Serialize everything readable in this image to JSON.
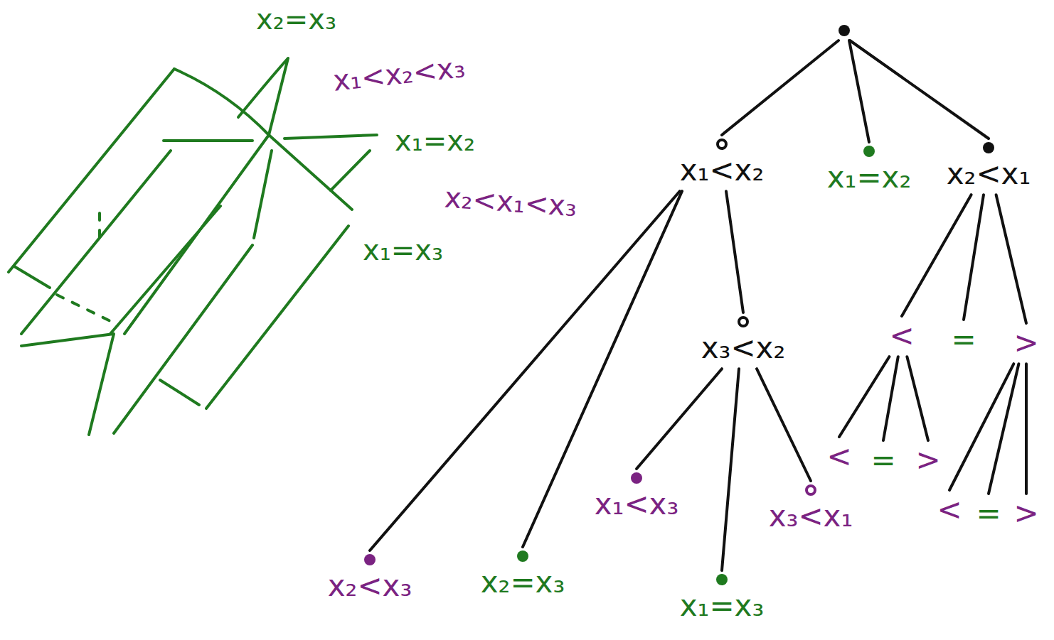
{
  "diagram": {
    "nodes": [
      {
        "text": []
      },
      {
        "text": [
          "x₁<x₂"
        ]
      },
      {
        "text": [
          "x₁=x₂"
        ]
      },
      {
        "text": [
          "x₂<x₁"
        ]
      },
      {
        "text": [
          "x₂<x₃"
        ]
      },
      {
        "text": [
          "x₂=x₃"
        ]
      },
      {
        "text": [
          "x₃<x₂"
        ]
      },
      {
        "text": [
          "x₁<x₃"
        ]
      },
      {
        "text": [
          "x₁=x₃"
        ]
      },
      {
        "text": [
          "x₃<x₁"
        ]
      },
      {
        "text": [
          "<"
        ]
      },
      {
        "text": [
          "="
        ]
      },
      {
        "text": [
          ">"
        ]
      },
      {
        "text": [
          "<"
        ]
      },
      {
        "text": [
          "="
        ]
      },
      {
        "text": [
          ">"
        ]
      },
      {
        "text": [
          "<"
        ]
      },
      {
        "text": [
          "="
        ]
      },
      {
        "text": [
          ">"
        ]
      }
    ],
    "edges": [
      {
        "from": 0,
        "to": 1,
        "arrow": "none"
      },
      {
        "from": 0,
        "to": 2,
        "arrow": "none"
      },
      {
        "from": 0,
        "to": 3,
        "arrow": "none"
      },
      {
        "from": 1,
        "to": 4,
        "arrow": "none"
      },
      {
        "from": 1,
        "to": 5,
        "arrow": "none"
      },
      {
        "from": 1,
        "to": 6,
        "arrow": "none"
      },
      {
        "from": 6,
        "to": 7,
        "arrow": "none"
      },
      {
        "from": 6,
        "to": 8,
        "arrow": "none"
      },
      {
        "from": 6,
        "to": 9,
        "arrow": "none"
      },
      {
        "from": 3,
        "to": 10,
        "arrow": "none"
      },
      {
        "from": 3,
        "to": 11,
        "arrow": "none"
      },
      {
        "from": 3,
        "to": 12,
        "arrow": "none"
      },
      {
        "from": 10,
        "to": 13,
        "arrow": "none"
      },
      {
        "from": 10,
        "to": 14,
        "arrow": "none"
      },
      {
        "from": 10,
        "to": 15,
        "arrow": "none"
      },
      {
        "from": 12,
        "to": 16,
        "arrow": "none"
      },
      {
        "from": 12,
        "to": 17,
        "arrow": "none"
      },
      {
        "from": 12,
        "to": 18,
        "arrow": "none"
      }
    ],
    "labels": [
      "x₂=x₃",
      "x₁<x₂<x₃",
      "x₁=x₂",
      "x₂<x₁<x₃",
      "x₁=x₃"
    ]
  }
}
